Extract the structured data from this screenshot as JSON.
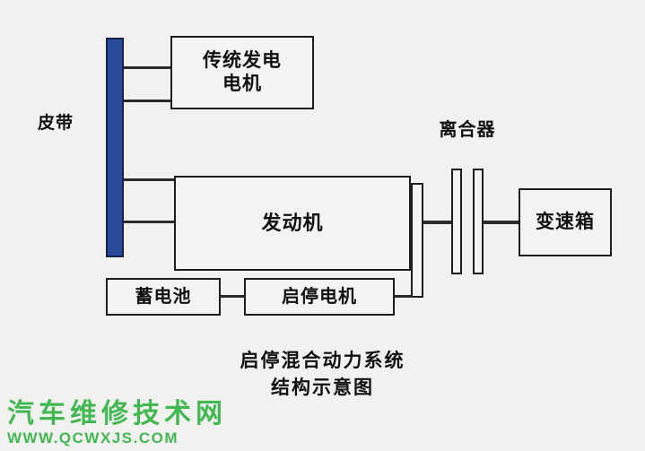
{
  "diagram": {
    "title_line1": "启停混合动力系统",
    "title_line2": "结构示意图",
    "labels": {
      "belt": "皮带",
      "clutch": "离合器"
    },
    "blocks": {
      "generator_line1": "传统发电",
      "generator_line2": "电机",
      "engine": "发动机",
      "battery": "蓄电池",
      "starter_motor": "启停电机",
      "gearbox": "变速箱"
    },
    "colors": {
      "belt_fill": "#2a4b9b",
      "background": "#f1f1ef",
      "box_fill": "#f3f3f1",
      "stroke": "#1d1d1d",
      "watermark": "#39b54a"
    }
  },
  "watermark": {
    "brand": "汽车维修技术网",
    "url": "WWW.QCWXJS.COM"
  }
}
